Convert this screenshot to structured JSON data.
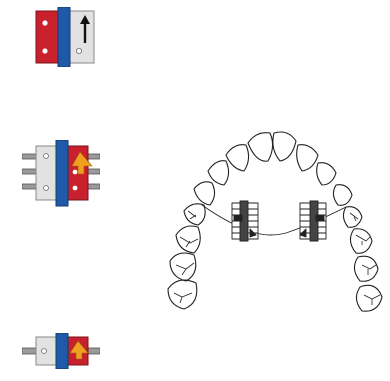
{
  "figure": {
    "devices": [
      {
        "name": "expansion-screw-front-view",
        "has_arrow": true,
        "arrow_color": "#111111"
      },
      {
        "name": "expansion-screw-with-guide-pins",
        "has_arrow": true,
        "arrow_color": "#f0a020"
      },
      {
        "name": "expansion-screw-compact",
        "has_arrow": true,
        "arrow_color": "#f0a020"
      }
    ],
    "arch": {
      "name": "upper-dental-arch-with-bilateral-screws",
      "screw_count": 2
    }
  },
  "colors": {
    "red": "#c8202c",
    "blue": "#1f5aa8",
    "silver": "#e2e2e2",
    "outline": "#333333",
    "pin": "#9a9a9a",
    "orange": "#f0a020"
  }
}
